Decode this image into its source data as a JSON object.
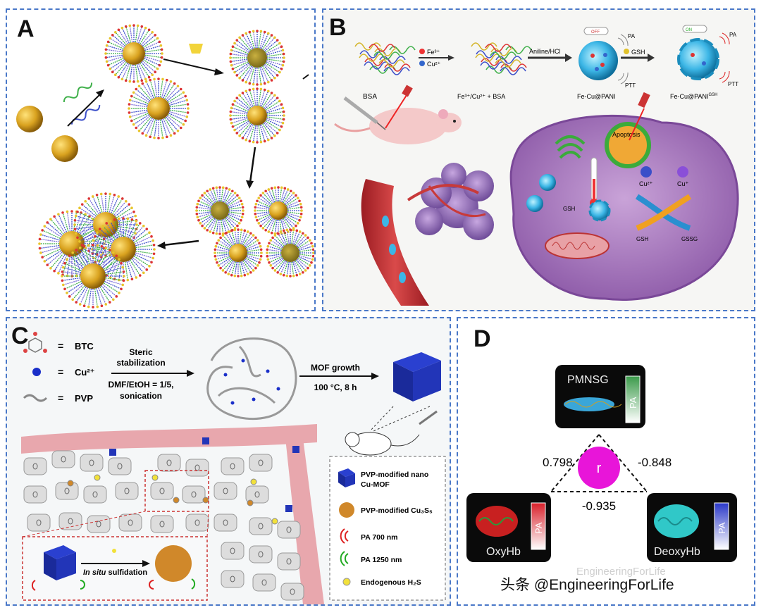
{
  "panels": {
    "a": {
      "label": "A"
    },
    "b": {
      "label": "B",
      "fe_label": "Fe³⁺",
      "cu_label": "Cu²⁺",
      "aniline": "Aniline/HCl",
      "gsh_top": "GSH",
      "bsa": "BSA",
      "fe_cu_bsa": "Fe³⁺/Cu²⁺ + BSA",
      "fe_cu_pani": "Fe-Cu@PANI",
      "fe_cu_pani_gsh": "Fe-Cu@PANI",
      "gsh_sup": "GSH",
      "pa1": "PA",
      "ptt1": "PTT",
      "pa2": "PA",
      "ptt2": "PTT",
      "off": "OFF",
      "on": "ON",
      "apoptosis": "Apoptosis",
      "cu2": "Cu²⁺",
      "cu1": "Cu⁺",
      "gsh_cell": "GSH",
      "gsh_bottom": "GSH",
      "gssg": "GSSG"
    },
    "c": {
      "label": "C",
      "legend_btc": "BTC",
      "legend_cu": "Cu²⁺",
      "legend_pvp": "PVP",
      "eq": "=",
      "step1_a": "Steric",
      "step1_b": "stabilization",
      "step1_c": "DMF/EtOH = 1/5,",
      "step1_d": "sonication",
      "step2_a": "MOF growth",
      "step2_b": "100 °C, 8 h",
      "insitu_a": "In situ",
      "insitu_b": " sulfidation",
      "key1_a": "PVP-modified nano",
      "key1_b": "Cu-MOF",
      "key2": "PVP-modified Cu₃S₅",
      "key3": "PA 700 nm",
      "key4": "PA 1250 nm",
      "key5": "Endogenous H₂S"
    },
    "d": {
      "label": "D",
      "top": "PMNSG",
      "left": "OxyHb",
      "right": "DeoxyHb",
      "pa": "PA",
      "center": "r",
      "corr_left": "0.798",
      "corr_right": "-0.848",
      "corr_bottom": "-0.935"
    }
  },
  "watermark": {
    "faint": "EngineeringForLife",
    "main": "头条 @EngineeringForLife"
  },
  "colors": {
    "border": "#4a78c8",
    "gold": "#d9a21f",
    "magenta": "#e815d9",
    "pa_red": "#d8202a",
    "pa_blue": "#2a38c8",
    "pa_green": "#3b9a4a",
    "cell": "#b58ac9"
  }
}
